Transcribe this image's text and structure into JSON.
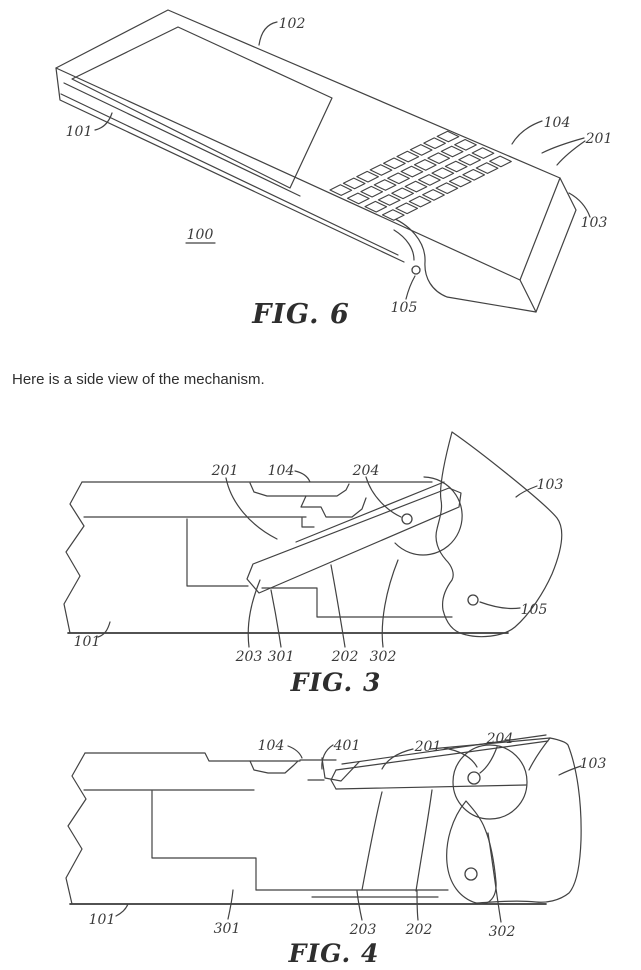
{
  "colors": {
    "ink": "#424242",
    "text": "#2f2f2f",
    "background": "#ffffff"
  },
  "body_text": "Here is a side view of the mechanism.",
  "fig6": {
    "caption": "FIG. 6",
    "ref": {
      "r102": "102",
      "r101": "101",
      "r104": "104",
      "r201": "201",
      "r103": "103",
      "r100": "100",
      "r105": "105"
    }
  },
  "fig3": {
    "caption": "FIG. 3",
    "ref": {
      "r201": "201",
      "r104": "104",
      "r204": "204",
      "r103": "103",
      "r105": "105",
      "r101": "101",
      "r203": "203",
      "r301": "301",
      "r202": "202",
      "r302": "302"
    }
  },
  "fig4": {
    "caption": "FIG. 4",
    "ref": {
      "r104": "104",
      "r401": "401",
      "r201": "201",
      "r204": "204",
      "r103": "103",
      "r101": "101",
      "r301": "301",
      "r203": "203",
      "r202": "202",
      "r302": "302"
    }
  }
}
